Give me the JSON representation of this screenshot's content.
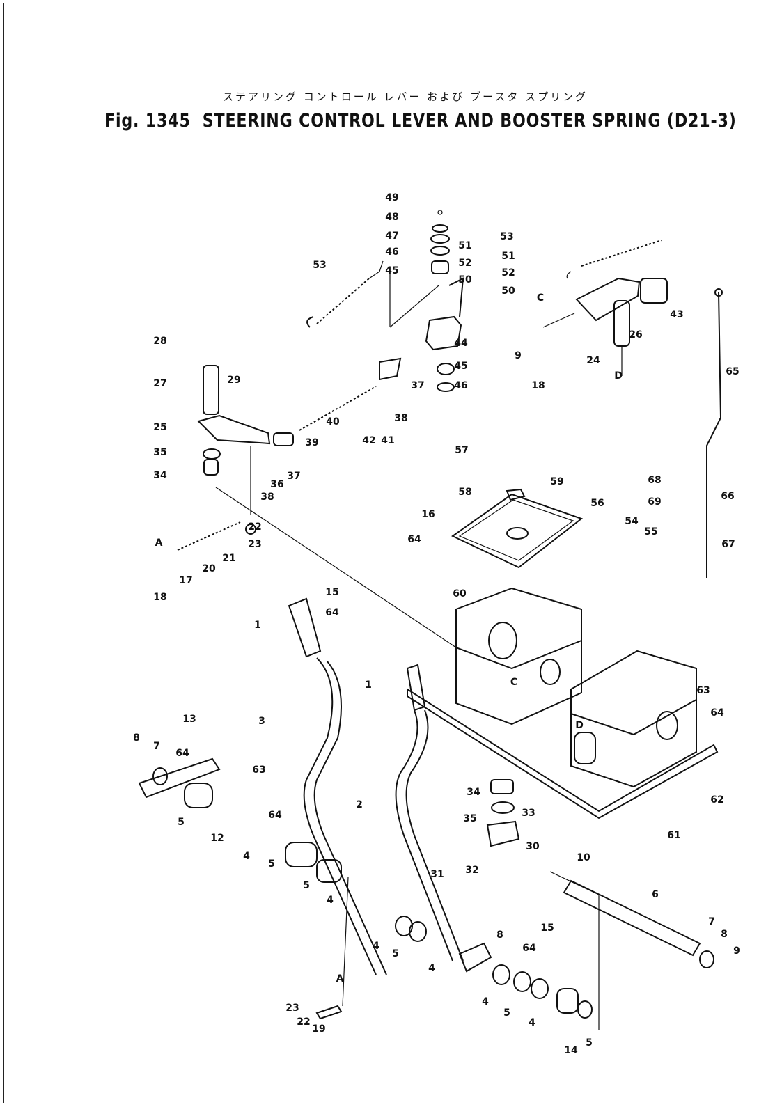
{
  "title_jp": "ステアリング コントロール レバー および ブースタ スプリング",
  "figure_number": "Fig. 1345",
  "title_en": "STEERING CONTROL LEVER AND BOOSTER SPRING",
  "model": "(D21-3)",
  "callouts": [
    {
      "id": "c49",
      "text": "49"
    },
    {
      "id": "c48",
      "text": "48"
    },
    {
      "id": "c47",
      "text": "47"
    },
    {
      "id": "c46a",
      "text": "46"
    },
    {
      "id": "c45a",
      "text": "45"
    },
    {
      "id": "c51a",
      "text": "51"
    },
    {
      "id": "c52a",
      "text": "52"
    },
    {
      "id": "c50a",
      "text": "50"
    },
    {
      "id": "c53a",
      "text": "53"
    },
    {
      "id": "c53b",
      "text": "53"
    },
    {
      "id": "c51b",
      "text": "51"
    },
    {
      "id": "c52b",
      "text": "52"
    },
    {
      "id": "c50b",
      "text": "50"
    },
    {
      "id": "cC1",
      "text": "C"
    },
    {
      "id": "c43",
      "text": "43"
    },
    {
      "id": "c26",
      "text": "26"
    },
    {
      "id": "c24",
      "text": "24"
    },
    {
      "id": "cD1",
      "text": "D"
    },
    {
      "id": "c9a",
      "text": "9"
    },
    {
      "id": "c18a",
      "text": "18"
    },
    {
      "id": "c65",
      "text": "65"
    },
    {
      "id": "c28",
      "text": "28"
    },
    {
      "id": "c27",
      "text": "27"
    },
    {
      "id": "c29",
      "text": "29"
    },
    {
      "id": "c44",
      "text": "44"
    },
    {
      "id": "c45b",
      "text": "45"
    },
    {
      "id": "c46b",
      "text": "46"
    },
    {
      "id": "c37a",
      "text": "37"
    },
    {
      "id": "c38a",
      "text": "38"
    },
    {
      "id": "c41",
      "text": "41"
    },
    {
      "id": "c42",
      "text": "42"
    },
    {
      "id": "c40",
      "text": "40"
    },
    {
      "id": "c39",
      "text": "39"
    },
    {
      "id": "c37b",
      "text": "37"
    },
    {
      "id": "c36",
      "text": "36"
    },
    {
      "id": "c38b",
      "text": "38"
    },
    {
      "id": "c25",
      "text": "25"
    },
    {
      "id": "c35a",
      "text": "35"
    },
    {
      "id": "c34a",
      "text": "34"
    },
    {
      "id": "c57",
      "text": "57"
    },
    {
      "id": "c58",
      "text": "58"
    },
    {
      "id": "c59",
      "text": "59"
    },
    {
      "id": "c68",
      "text": "68"
    },
    {
      "id": "c69",
      "text": "69"
    },
    {
      "id": "c66",
      "text": "66"
    },
    {
      "id": "c67",
      "text": "67"
    },
    {
      "id": "c54",
      "text": "54"
    },
    {
      "id": "c55",
      "text": "55"
    },
    {
      "id": "c56",
      "text": "56"
    },
    {
      "id": "c16a",
      "text": "16"
    },
    {
      "id": "c64a",
      "text": "64"
    },
    {
      "id": "c22a",
      "text": "22"
    },
    {
      "id": "c23a",
      "text": "23"
    },
    {
      "id": "cA1",
      "text": "A"
    },
    {
      "id": "c17",
      "text": "17"
    },
    {
      "id": "c20",
      "text": "20"
    },
    {
      "id": "c21",
      "text": "21"
    },
    {
      "id": "c18b",
      "text": "18"
    },
    {
      "id": "c60",
      "text": "60"
    },
    {
      "id": "c15a",
      "text": "15"
    },
    {
      "id": "c64b",
      "text": "64"
    },
    {
      "id": "c1a",
      "text": "1"
    },
    {
      "id": "c1b",
      "text": "1"
    },
    {
      "id": "c63a",
      "text": "63"
    },
    {
      "id": "c64c",
      "text": "64"
    },
    {
      "id": "c13",
      "text": "13"
    },
    {
      "id": "c3",
      "text": "3"
    },
    {
      "id": "c8a",
      "text": "8"
    },
    {
      "id": "c7a",
      "text": "7"
    },
    {
      "id": "c64d",
      "text": "64"
    },
    {
      "id": "c63b",
      "text": "63"
    },
    {
      "id": "c64e",
      "text": "64"
    },
    {
      "id": "c5a",
      "text": "5"
    },
    {
      "id": "c12",
      "text": "12"
    },
    {
      "id": "c4a",
      "text": "4"
    },
    {
      "id": "c5b",
      "text": "5"
    },
    {
      "id": "c5c",
      "text": "5"
    },
    {
      "id": "c4b",
      "text": "4"
    },
    {
      "id": "c2",
      "text": "2"
    },
    {
      "id": "c34b",
      "text": "34"
    },
    {
      "id": "c35b",
      "text": "35"
    },
    {
      "id": "c33",
      "text": "33"
    },
    {
      "id": "c30",
      "text": "30"
    },
    {
      "id": "c31",
      "text": "31"
    },
    {
      "id": "c32",
      "text": "32"
    },
    {
      "id": "c62",
      "text": "62"
    },
    {
      "id": "c61",
      "text": "61"
    },
    {
      "id": "cD2",
      "text": "D"
    },
    {
      "id": "cC2",
      "text": "C"
    },
    {
      "id": "c10",
      "text": "10"
    },
    {
      "id": "c6",
      "text": "6"
    },
    {
      "id": "c4c",
      "text": "4"
    },
    {
      "id": "c5d",
      "text": "5"
    },
    {
      "id": "c4d",
      "text": "4"
    },
    {
      "id": "c8b",
      "text": "8"
    },
    {
      "id": "c15b",
      "text": "15"
    },
    {
      "id": "c64f",
      "text": "64"
    },
    {
      "id": "c7b",
      "text": "7"
    },
    {
      "id": "c8c",
      "text": "8"
    },
    {
      "id": "c9b",
      "text": "9"
    },
    {
      "id": "c4e",
      "text": "4"
    },
    {
      "id": "c5e",
      "text": "5"
    },
    {
      "id": "c4f",
      "text": "4"
    },
    {
      "id": "c14",
      "text": "14"
    },
    {
      "id": "c5f",
      "text": "5"
    },
    {
      "id": "c23b",
      "text": "23"
    },
    {
      "id": "c22b",
      "text": "22"
    },
    {
      "id": "c19",
      "text": "19"
    },
    {
      "id": "cA2",
      "text": "A"
    }
  ]
}
